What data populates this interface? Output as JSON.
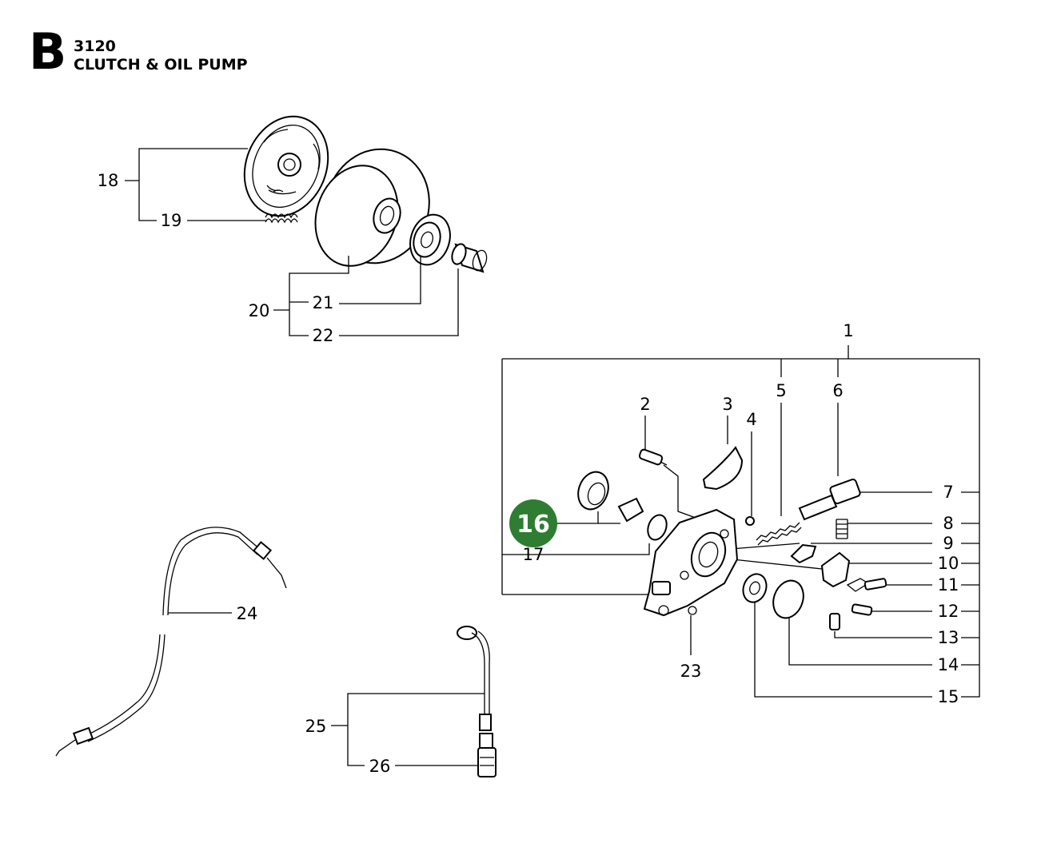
{
  "header": {
    "letter": "B",
    "code": "3120",
    "title": "CLUTCH & OIL PUMP"
  },
  "highlight": {
    "label": "16",
    "color": "#2e7d32"
  },
  "callouts": {
    "c1": "1",
    "c2": "2",
    "c3": "3",
    "c4": "4",
    "c5": "5",
    "c6": "6",
    "c7": "7",
    "c8": "8",
    "c9": "9",
    "c10": "10",
    "c11": "11",
    "c12": "12",
    "c13": "13",
    "c14": "14",
    "c15": "15",
    "c17": "17",
    "c18": "18",
    "c19": "19",
    "c20": "20",
    "c21": "21",
    "c22": "22",
    "c23": "23",
    "c24": "24",
    "c25": "25",
    "c26": "26"
  }
}
